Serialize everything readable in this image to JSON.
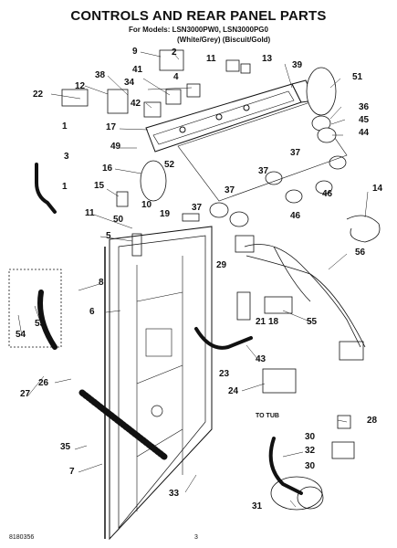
{
  "header": {
    "title": "CONTROLS AND REAR PANEL PARTS",
    "models": "For Models: LSN3000PW0, LSN3000PG0",
    "colors": "(White/Grey)  (Biscuit/Gold)"
  },
  "note": "TO TUB",
  "footer": {
    "doc_number": "8180356",
    "page": "3"
  },
  "callouts": {
    "c1a": "1",
    "c1b": "1",
    "c2": "2",
    "c3": "3",
    "c4": "4",
    "c5": "5",
    "c6": "6",
    "c7": "7",
    "c8": "8",
    "c9": "9",
    "c10": "10",
    "c11a": "11",
    "c11b": "11",
    "c12": "12",
    "c13": "13",
    "c14": "14",
    "c15": "15",
    "c16": "16",
    "c17": "17",
    "c18": "18",
    "c19": "19",
    "c21": "21",
    "c22": "22",
    "c23": "23",
    "c24": "24",
    "c26": "26",
    "c27": "27",
    "c28": "28",
    "c29": "29",
    "c30a": "30",
    "c30b": "30",
    "c31": "31",
    "c32": "32",
    "c33": "33",
    "c34": "34",
    "c35": "35",
    "c36": "36",
    "c37a": "37",
    "c37b": "37",
    "c37c": "37",
    "c37d": "37",
    "c38": "38",
    "c39": "39",
    "c41": "41",
    "c42": "42",
    "c43": "43",
    "c44": "44",
    "c45": "45",
    "c46a": "46",
    "c46b": "46",
    "c49": "49",
    "c50": "50",
    "c51": "51",
    "c52": "52",
    "c53": "53",
    "c54": "54",
    "c55": "55",
    "c56": "56"
  }
}
